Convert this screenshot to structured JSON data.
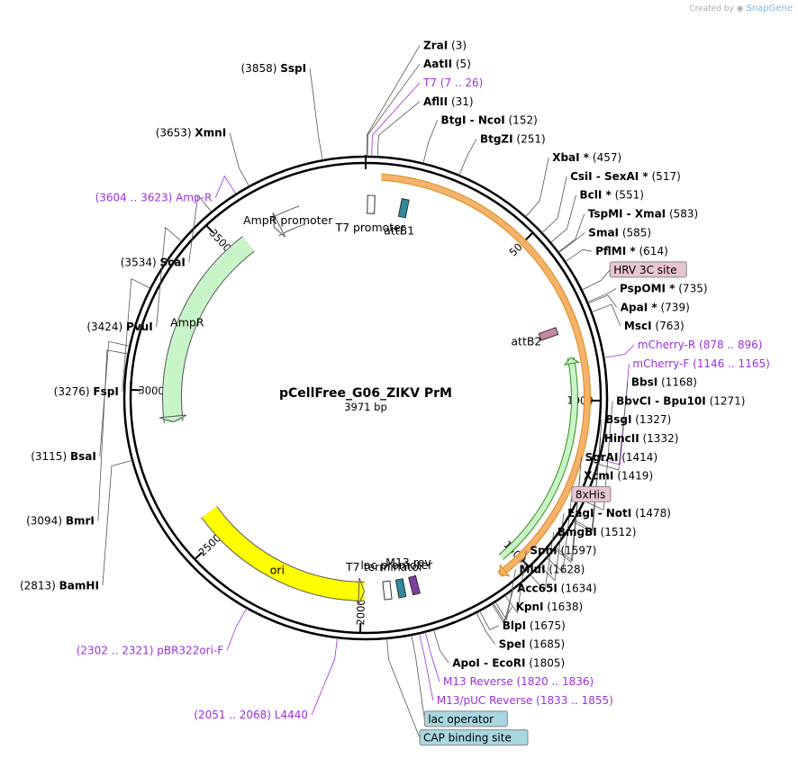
{
  "header": {
    "credit_prefix": "Created by",
    "credit_brand": "SnapGene"
  },
  "plasmid": {
    "name": "pCellFree_G06_ZIKV PrM",
    "length_label": "3971 bp",
    "length": 3971
  },
  "ticks": [
    {
      "pos": 500,
      "label": "500"
    },
    {
      "pos": 1000,
      "label": "1000"
    },
    {
      "pos": 1500,
      "label": "1500"
    },
    {
      "pos": 2000,
      "label": "2000"
    },
    {
      "pos": 2500,
      "label": "2500"
    },
    {
      "pos": 3000,
      "label": "3000"
    },
    {
      "pos": 3500,
      "label": "3500"
    }
  ],
  "features": [
    {
      "name": "orange-outer-arc",
      "label": "",
      "start": 45,
      "end": 1575,
      "color": "#f6b26b",
      "ring": "outer",
      "direction": "fwd"
    },
    {
      "name": "green-inner-arc",
      "label": "",
      "start": 870,
      "end": 1540,
      "color": "#c8f5c8",
      "ring": "inner",
      "direction": "rev"
    },
    {
      "name": "ampr",
      "label": "AmpR",
      "start": 2900,
      "end": 3560,
      "color": "#c8f5c8",
      "ring": "mid",
      "direction": "rev"
    },
    {
      "name": "ampr-promoter",
      "label": "AmpR promoter",
      "start": 3660,
      "end": 3760,
      "color": "#ffffff",
      "ring": "mid",
      "direction": "rev"
    },
    {
      "name": "ori",
      "label": "ori",
      "start": 1990,
      "end": 2580,
      "color": "#ffff00",
      "ring": "mid",
      "direction": "rev"
    },
    {
      "name": "t7-promoter",
      "label": "T7 promoter",
      "start": 10,
      "end": 25,
      "color": "#ffffff",
      "ring": "mid",
      "direction": "fwd"
    },
    {
      "name": "attb1",
      "label": "attB1",
      "start": 110,
      "end": 140,
      "color": "#2e8b9a",
      "ring": "mid",
      "direction": "fwd"
    },
    {
      "name": "attb2",
      "label": "attB2",
      "start": 765,
      "end": 795,
      "color": "#c688a8",
      "ring": "mid",
      "direction": "rev"
    },
    {
      "name": "t7-terminator",
      "label": "T7 terminator",
      "start": 1900,
      "end": 1930,
      "color": "#ffffff",
      "ring": "mid",
      "direction": "rev"
    },
    {
      "name": "m13-rev",
      "label": "M13 rev",
      "start": 1815,
      "end": 1835,
      "color": "#7b3fa0",
      "ring": "mid",
      "direction": "rev"
    },
    {
      "name": "lac-promoter",
      "label": "lac promoter",
      "start": 1855,
      "end": 1885,
      "color": "#2e8b9a",
      "ring": "mid",
      "direction": "rev"
    }
  ],
  "sites": [
    {
      "label": "AatII",
      "pos_label": "(5)",
      "bold": true,
      "pos": 5
    },
    {
      "label": "ZraI",
      "pos_label": "(3)",
      "bold": true,
      "pos": 3
    },
    {
      "label": "SspI",
      "pos_label": "(3858)",
      "bold": true,
      "pos": 3858
    },
    {
      "label": "T7",
      "pos_label": "(7 .. 26)",
      "bold": false,
      "primer": true,
      "pos": 16
    },
    {
      "label": "AflII",
      "pos_label": "(31)",
      "bold": true,
      "pos": 31
    },
    {
      "label": "BtgI - NcoI",
      "pos_label": "(152)",
      "bold": true,
      "pos": 152
    },
    {
      "label": "BtgZI",
      "pos_label": "(251)",
      "bold": true,
      "pos": 251
    },
    {
      "label": "XmnI",
      "pos_label": "(3653)",
      "bold": true,
      "pos": 3653
    },
    {
      "label": "Amp-R",
      "pos_label": "(3604 .. 3623)",
      "bold": false,
      "primer": true,
      "pos": 3613
    },
    {
      "label": "ScaI",
      "pos_label": "(3534)",
      "bold": true,
      "pos": 3534
    },
    {
      "label": "PvuI",
      "pos_label": "(3424)",
      "bold": true,
      "pos": 3424
    },
    {
      "label": "FspI",
      "pos_label": "(3276)",
      "bold": true,
      "pos": 3276
    },
    {
      "label": "BsaI",
      "pos_label": "(3115)",
      "bold": true,
      "pos": 3115
    },
    {
      "label": "BmrI",
      "pos_label": "(3094)",
      "bold": true,
      "pos": 3094
    },
    {
      "label": "BamHI",
      "pos_label": "(2813)",
      "bold": true,
      "pos": 2813
    },
    {
      "label": "XbaI *",
      "pos_label": "(457)",
      "bold": true,
      "pos": 457
    },
    {
      "label": "CsiI - SexAI *",
      "pos_label": "(517)",
      "bold": true,
      "pos": 517
    },
    {
      "label": "BclI *",
      "pos_label": "(551)",
      "bold": true,
      "pos": 551
    },
    {
      "label": "TspMI - XmaI",
      "pos_label": "(583)",
      "bold": true,
      "pos": 583
    },
    {
      "label": "SmaI",
      "pos_label": "(585)",
      "bold": true,
      "pos": 585
    },
    {
      "label": "PflMI *",
      "pos_label": "(614)",
      "bold": true,
      "pos": 614
    },
    {
      "label": "HRV 3C site",
      "pos_label": "",
      "boxed": true,
      "pos": 700
    },
    {
      "label": "PspOMI *",
      "pos_label": "(735)",
      "bold": true,
      "pos": 735
    },
    {
      "label": "ApaI *",
      "pos_label": "(739)",
      "bold": true,
      "pos": 739
    },
    {
      "label": "MscI",
      "pos_label": "(763)",
      "bold": true,
      "pos": 763
    },
    {
      "label": "mCherry-R",
      "pos_label": "(878 .. 896)",
      "primer": true,
      "pos": 887
    },
    {
      "label": "mCherry-F",
      "pos_label": "(1146 .. 1165)",
      "primer": true,
      "pos": 1155
    },
    {
      "label": "BbsI",
      "pos_label": "(1168)",
      "bold": true,
      "pos": 1168
    },
    {
      "label": "BbvCI - Bpu10I",
      "pos_label": "(1271)",
      "bold": true,
      "pos": 1271
    },
    {
      "label": "BsgI",
      "pos_label": "(1327)",
      "bold": true,
      "pos": 1327
    },
    {
      "label": "HincII",
      "pos_label": "(1332)",
      "bold": true,
      "pos": 1332
    },
    {
      "label": "SgrAI",
      "pos_label": "(1414)",
      "bold": true,
      "pos": 1414
    },
    {
      "label": "XcmI",
      "pos_label": "(1419)",
      "bold": true,
      "pos": 1419
    },
    {
      "label": "8xHis",
      "pos_label": "",
      "boxed": true,
      "pos": 1450
    },
    {
      "label": "EagI - NotI",
      "pos_label": "(1478)",
      "bold": true,
      "pos": 1478
    },
    {
      "label": "BmgBI",
      "pos_label": "(1512)",
      "bold": true,
      "pos": 1512
    },
    {
      "label": "SphI",
      "pos_label": "(1597)",
      "bold": true,
      "pos": 1597
    },
    {
      "label": "MluI",
      "pos_label": "(1628)",
      "bold": true,
      "pos": 1628
    },
    {
      "label": "Acc65I",
      "pos_label": "(1634)",
      "bold": true,
      "pos": 1634
    },
    {
      "label": "KpnI",
      "pos_label": "(1638)",
      "bold": true,
      "pos": 1638
    },
    {
      "label": "BlpI",
      "pos_label": "(1675)",
      "bold": true,
      "pos": 1675
    },
    {
      "label": "SpeI",
      "pos_label": "(1685)",
      "bold": true,
      "pos": 1685
    },
    {
      "label": "ApoI - EcoRI",
      "pos_label": "(1805)",
      "bold": true,
      "pos": 1805
    },
    {
      "label": "M13 Reverse",
      "pos_label": "(1820 .. 1836)",
      "primer": true,
      "pos": 1828
    },
    {
      "label": "lac operator",
      "pos_label": "",
      "boxed": true,
      "pos": 1865
    },
    {
      "label": "M13/pUC Reverse",
      "pos_label": "(1833 .. 1855)",
      "primer": true,
      "pos": 1844
    },
    {
      "label": "CAP binding site",
      "pos_label": "",
      "boxed": true,
      "pos": 1930
    },
    {
      "label": "L4440",
      "pos_label": "(2051 .. 2068)",
      "primer": true,
      "pos": 2060
    },
    {
      "label": "pBR322ori-F",
      "pos_label": "(2302 .. 2321)",
      "primer": true,
      "pos": 2311
    }
  ],
  "colors": {
    "primer": "#9b30d9",
    "box_pink": "#e8c5d3",
    "box_blue": "#a9d6e0",
    "orange": "#f6b26b",
    "green": "#c8f5c8",
    "yellow": "#ffff00"
  }
}
